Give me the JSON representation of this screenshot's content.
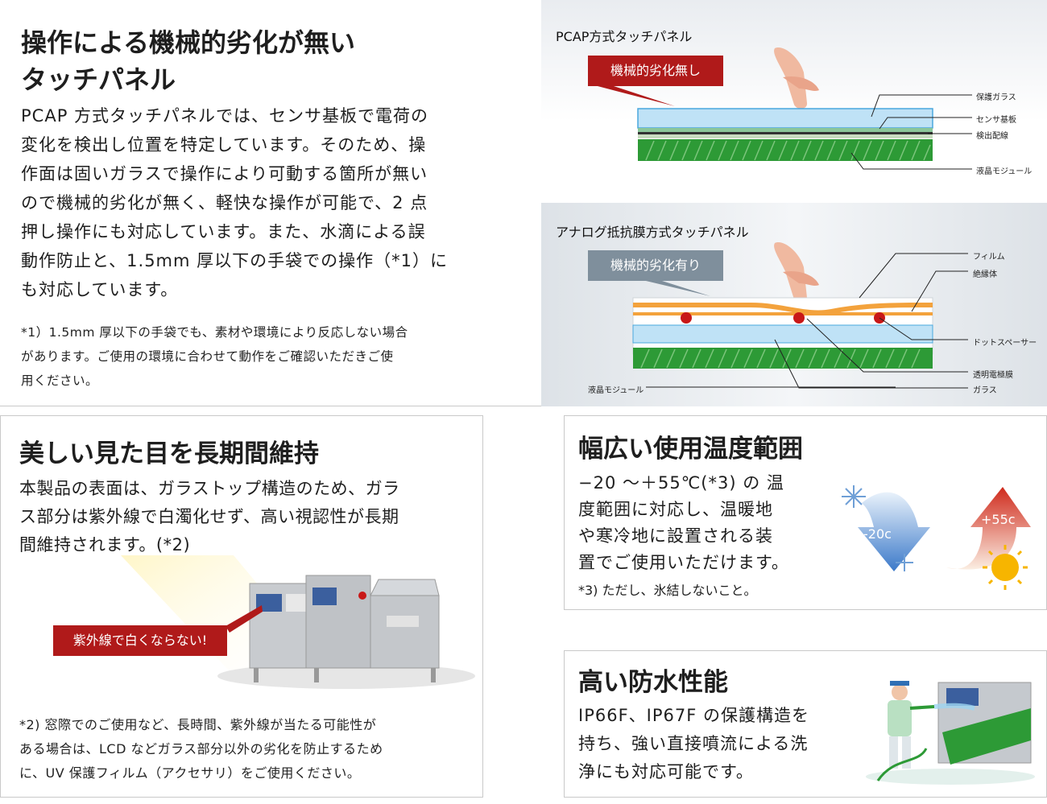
{
  "section1": {
    "title_line1": "操作による機械的劣化が無い",
    "title_line2": "タッチパネル",
    "body": [
      "PCAP 方式タッチパネルでは、センサ基板で電荷の",
      "変化を検出し位置を特定しています。そのため、操",
      "作面は固いガラスで操作により可動する箇所が無い",
      "ので機械的劣化が無く、軽快な操作が可能で、2 点",
      "押し操作にも対応しています。また、水滴による誤",
      "動作防止と、1.5mm 厚以下の手袋での操作（*1）に",
      "も対応しています。"
    ],
    "note": [
      "*1）1.5mm 厚以下の手袋でも、素材や環境により反応しない場合",
      "があります。ご使用の環境に合わせて動作をご確認いただきご使",
      "用ください。"
    ]
  },
  "diagram_pcap": {
    "caption": "PCAP方式タッチパネル",
    "tag": "機械的劣化無し",
    "labels": [
      "保護ガラス",
      "センサ基板",
      "検出配線",
      "液晶モジュール"
    ],
    "colors": {
      "tag": "#b01a1a",
      "glass": "#bfe2f6",
      "lcd": "#2d9a36"
    }
  },
  "diagram_analog": {
    "caption": "アナログ抵抗膜方式タッチパネル",
    "tag": "機械的劣化有り",
    "labels": [
      "フィルム",
      "絶縁体",
      "ドットスペーサー",
      "透明電極膜",
      "ガラス",
      "液晶モジュール"
    ],
    "colors": {
      "tag": "#7f8f9c",
      "film": "#f3a23c",
      "dot": "#c81818"
    }
  },
  "section2": {
    "title": "美しい見た目を長期間維持",
    "body": [
      "本製品の表面は、ガラストップ構造のため、ガラ",
      "ス部分は紫外線で白濁化せず、高い視認性が長期",
      "間維持されます。(*2)"
    ],
    "tag": "紫外線で白くならない!",
    "note": [
      "*2) 窓際でのご使用など、長時間、紫外線が当たる可能性が",
      "ある場合は、LCD などガラス部分以外の劣化を防止するため",
      "に、UV 保護フィルム（アクセサリ）をご使用ください。"
    ]
  },
  "section3": {
    "title": "幅広い使用温度範囲",
    "body": [
      "−20 〜＋55℃(*3) の 温",
      "度範囲に対応し、温暖地",
      "や寒冷地に設置される装",
      "置でご使用いただけます。"
    ],
    "note": "*3) ただし、氷結しないこと。",
    "cold_label": "-20c",
    "hot_label": "+55c"
  },
  "section4": {
    "title": "高い防水性能",
    "body": [
      "IP66F、IP67F の保護構造を",
      "持ち、強い直接噴流による洗",
      "浄にも対応可能です。"
    ]
  }
}
